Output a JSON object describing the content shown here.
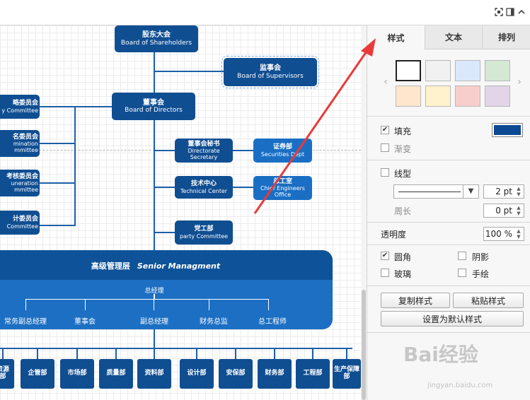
{
  "chart": {
    "shareholders": {
      "cn": "股东大会",
      "en": "Board of Shareholders"
    },
    "supervisors": {
      "cn": "监事会",
      "en": "Board of Supervisors"
    },
    "directors": {
      "cn": "董事会",
      "en": "Board of Directors"
    },
    "left_committees": [
      {
        "cn": "略委员会",
        "en": "y Committee"
      },
      {
        "cn": "名委员会",
        "en1": "mination",
        "en2": "mmittee"
      },
      {
        "cn": "考核委员会",
        "en1": "uneration",
        "en2": "mmittee"
      },
      {
        "cn": "计委员会",
        "en": "Committee"
      }
    ],
    "secretary": {
      "cn": "董事会秘书",
      "en1": "Directorate",
      "en2": "Secretary"
    },
    "securities": {
      "cn": "证券部",
      "en": "Securities Dept"
    },
    "tech_center": {
      "cn": "技术中心",
      "en": "Technical Center"
    },
    "chief_engineer": {
      "cn": "总工室",
      "en1": "Chief Engineers",
      "en2": "Office"
    },
    "party": {
      "cn": "党工部",
      "en": "party Committee"
    },
    "management": {
      "cn": "高级管理层",
      "en": "Senior Managment",
      "gm": "总经理"
    },
    "mgmt_subs": [
      "常务副总经理",
      "董事会",
      "副总经理",
      "财务总监",
      "总工程师"
    ],
    "departments": [
      "资源\n部",
      "企管部",
      "市场部",
      "质量部",
      "资料部",
      "设计部",
      "安保部",
      "财务部",
      "工程部",
      "生产保障\n部"
    ]
  },
  "panel": {
    "tabs": [
      "样式",
      "文本",
      "排列"
    ],
    "swatch_colors": [
      "#ffffff",
      "#f1f1f1",
      "#dae8fc",
      "#d5e8d4",
      "#ffe6cc",
      "#fff2cc",
      "#f8cecc",
      "#e1d5e7"
    ],
    "fill_label": "填充",
    "fill_checked": true,
    "fill_color": "#0b4a93",
    "gradient_label": "渐变",
    "line_label": "线型",
    "line_width": "2 pt",
    "perimeter_label": "周长",
    "perimeter_value": "0 pt",
    "opacity_label": "透明度",
    "opacity_value": "100 %",
    "rounded_label": "圆角",
    "rounded_checked": true,
    "shadow_label": "阴影",
    "glass_label": "玻璃",
    "sketch_label": "手绘",
    "copy_style": "复制样式",
    "paste_style": "粘贴样式",
    "set_default": "设置为默认样式"
  },
  "watermark": {
    "main": "Bai经验",
    "sub": "jingyan.baidu.com"
  },
  "toolbar_icons": [
    "fullscreen-icon",
    "panel-toggle-icon",
    "collapse-icon"
  ]
}
